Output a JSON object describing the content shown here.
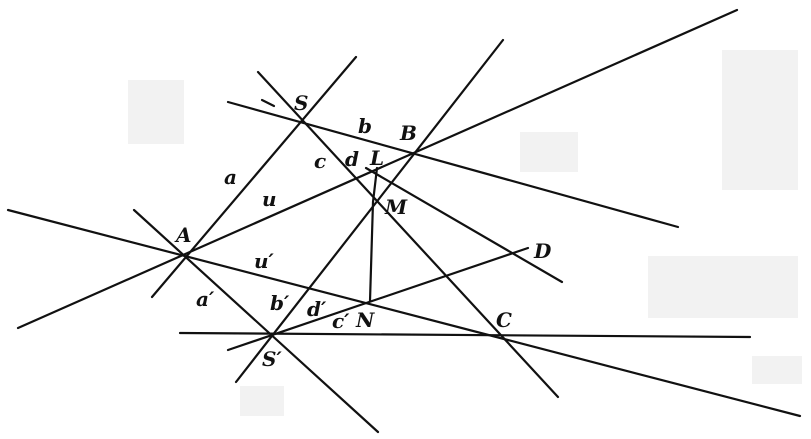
{
  "points": {
    "S": "S",
    "B": "B",
    "L": "L",
    "M": "M",
    "A": "A",
    "D": "D",
    "N": "N",
    "C": "C",
    "S_prime": "S′"
  },
  "line_labels": {
    "a": "a",
    "b": "b",
    "c": "c",
    "d": "d",
    "u": "u",
    "u_prime": "u′",
    "a_prime": "a′",
    "b_prime": "b′",
    "d_prime": "d′",
    "c_prime": "c′"
  }
}
